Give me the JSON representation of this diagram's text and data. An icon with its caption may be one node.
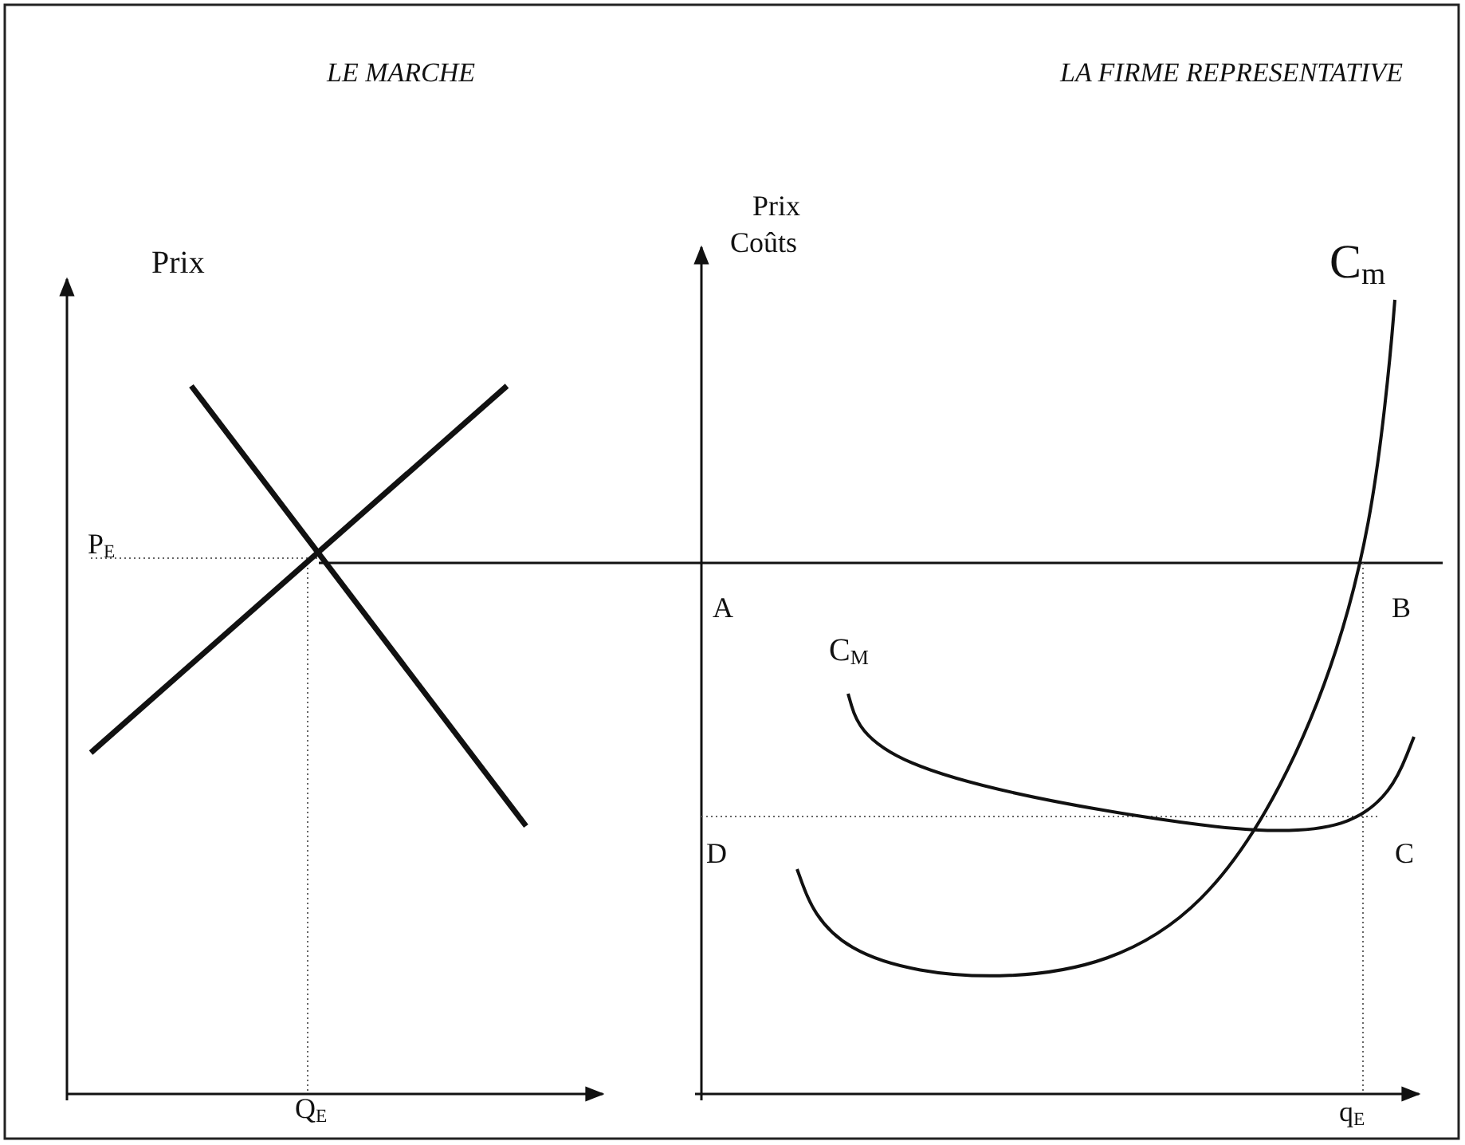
{
  "diagram": {
    "labels": [
      "LE MARCHE",
      "LA FIRME REPRESENTATIVE",
      "Prix",
      "Coûts",
      "Prix",
      "C$_{m}$",
      "P$_{E}$",
      "A",
      "B",
      "C$_{M}$",
      "D",
      "C",
      "Q$_{E}$",
      "q$_{E}$"
    ]
  }
}
